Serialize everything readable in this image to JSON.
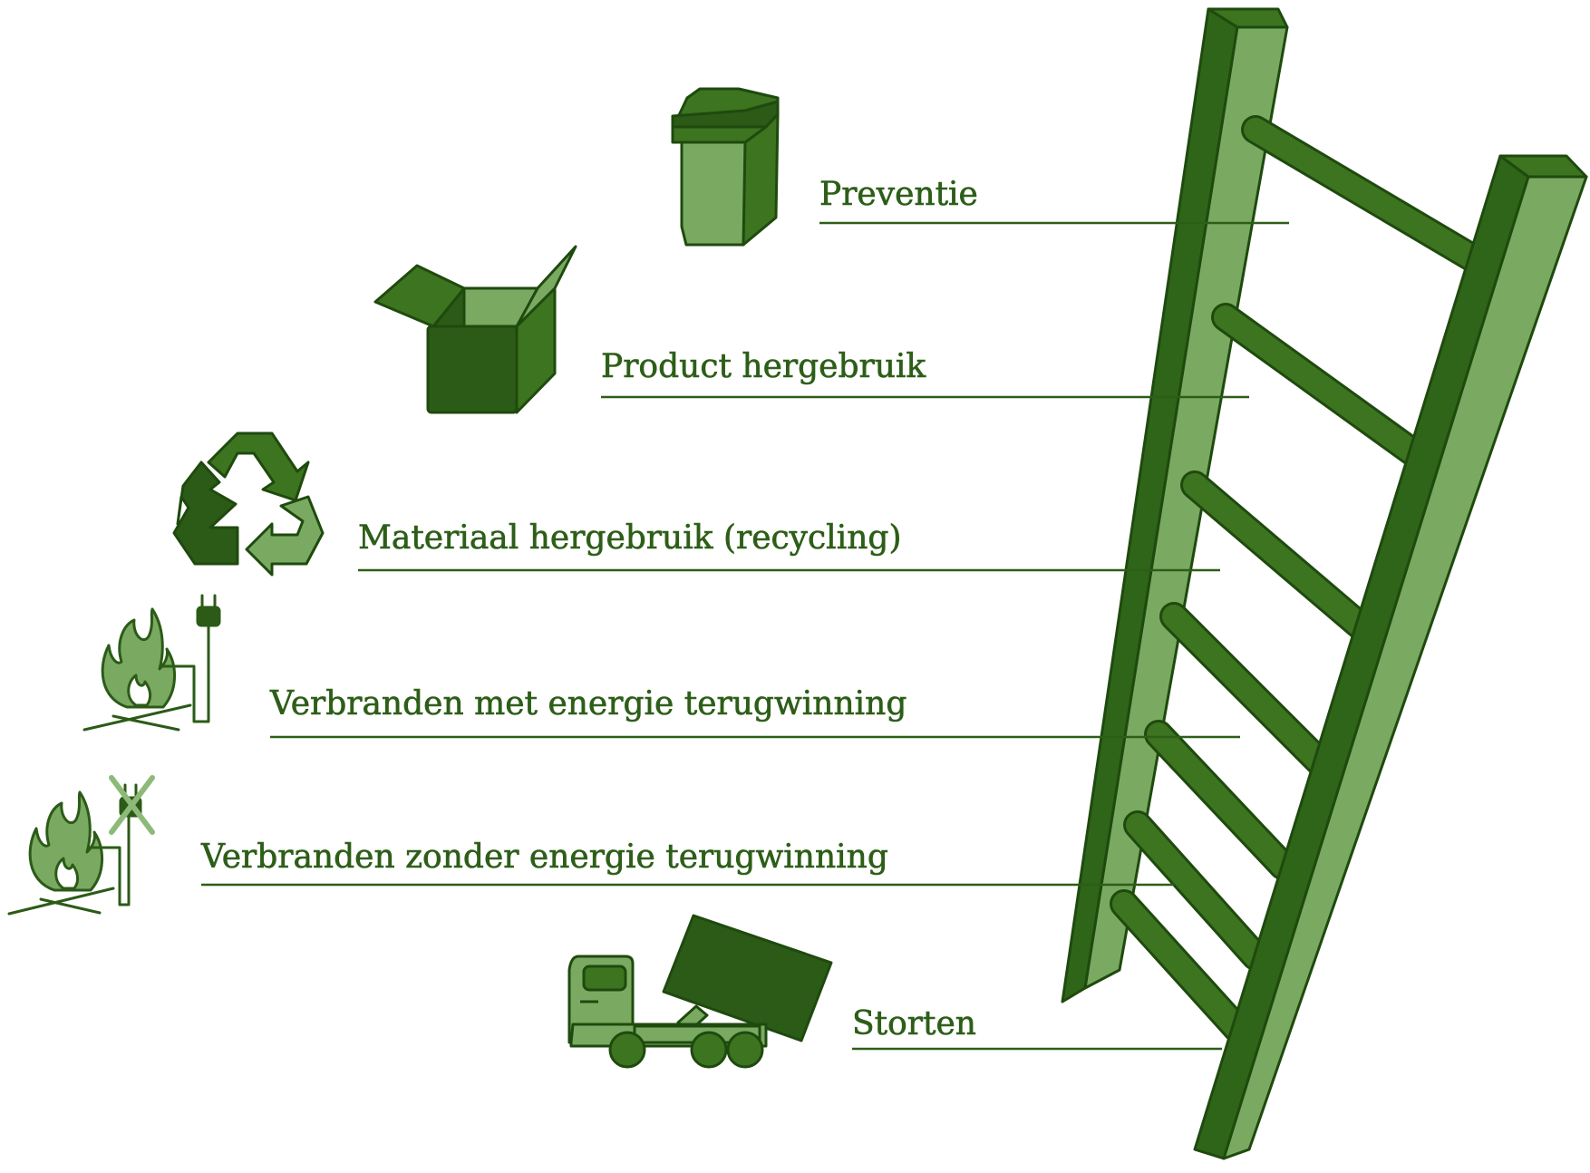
{
  "colors": {
    "dark": "#2b5b17",
    "mid": "#3c7420",
    "light": "#7aaa62",
    "outline": "#1f4a0e"
  },
  "steps": [
    {
      "label": "Preventie",
      "icon": "waste-bin-icon"
    },
    {
      "label": "Product hergebruik",
      "icon": "open-box-icon"
    },
    {
      "label": "Materiaal hergebruik (recycling)",
      "icon": "recycle-icon"
    },
    {
      "label": "Verbranden met energie terugwinning",
      "icon": "fire-with-plug-icon"
    },
    {
      "label": "Verbranden zonder energie terugwinning",
      "icon": "fire-with-crossed-plug-icon"
    },
    {
      "label": "Storten",
      "icon": "dump-truck-icon"
    }
  ],
  "ladder": {
    "icon": "ladder-icon",
    "rungs": 7
  }
}
